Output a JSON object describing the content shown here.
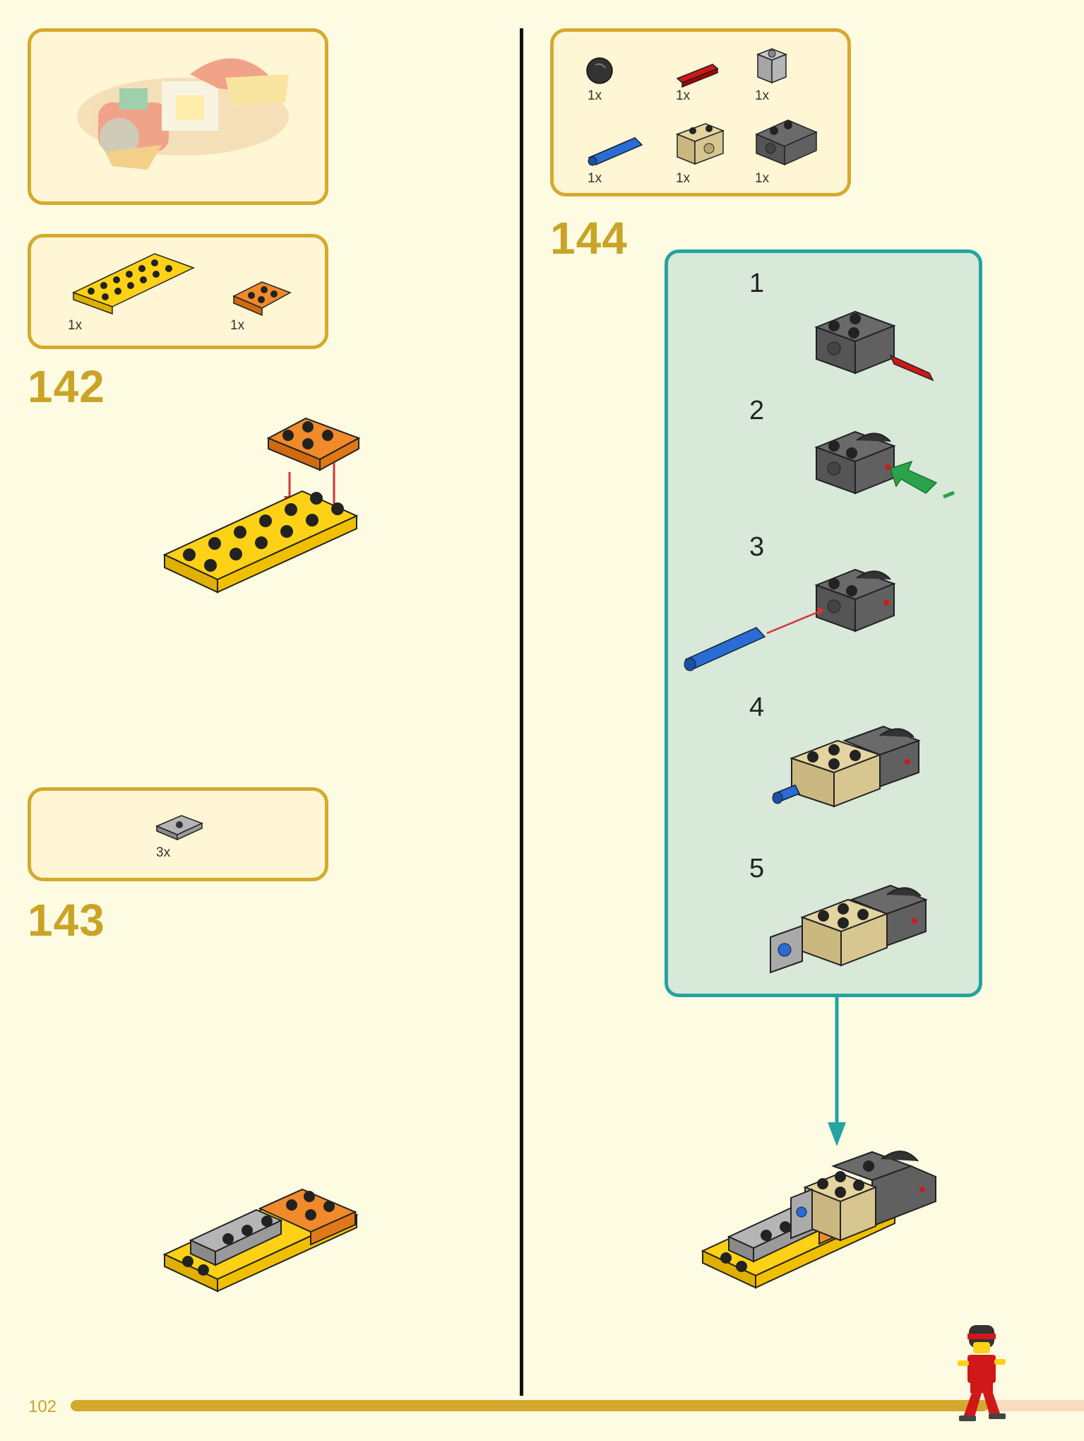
{
  "page": {
    "number": "102"
  },
  "steps": [
    {
      "number": "142",
      "parts": [
        {
          "qty": "1x",
          "part": "yellow-2x6-plate"
        },
        {
          "qty": "1x",
          "part": "orange-2x2-plate"
        }
      ]
    },
    {
      "number": "143",
      "parts": [
        {
          "qty": "3x",
          "part": "gray-1x2-jumper-plate"
        }
      ]
    },
    {
      "number": "144",
      "parts": [
        {
          "qty": "1x",
          "part": "black-ball-joint"
        },
        {
          "qty": "1x",
          "part": "red-axle-connector"
        },
        {
          "qty": "1x",
          "part": "gray-1x1-brick-hole"
        },
        {
          "qty": "1x",
          "part": "blue-technic-pin"
        },
        {
          "qty": "1x",
          "part": "tan-technic-brick"
        },
        {
          "qty": "1x",
          "part": "dark-gray-technic-bracket"
        }
      ],
      "substeps": [
        "1",
        "2",
        "3",
        "4",
        "5"
      ]
    }
  ],
  "colors": {
    "background": "#fefbe3",
    "accent_gold": "#d4aa2e",
    "substep_border": "#23a4a0",
    "substep_fill": "#d8e8d9",
    "arrow_red": "#d9333a",
    "arrow_green": "#2ba34a"
  }
}
